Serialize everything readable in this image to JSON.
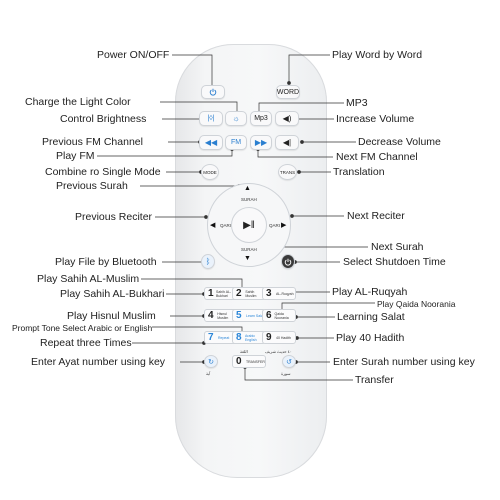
{
  "labels": {
    "power_on_off": "Power ON/OFF",
    "play_word_by_word": "Play Word by Word",
    "charge_light_color": "Charge the Light Color",
    "mp3": "MP3",
    "control_brightness": "Control Brightness",
    "increase_volume": "Increase Volume",
    "previous_fm_channel": "Previous FM Channel",
    "decrease_volume": "Decrease Volume",
    "play_fm": "Play FM",
    "next_fm_channel": "Next FM Channel",
    "combine_single_mode": "Combine ro Single Mode",
    "translation": "Translation",
    "previous_surah": "Previous Surah",
    "previous_reciter": "Previous Reciter",
    "next_reciter": "Next Reciter",
    "next_surah": "Next Surah",
    "play_file_bluetooth": "Play File by Bluetooth",
    "select_shutdown_time": "Select Shutdoen Time",
    "play_sahih_muslim": "Play Sahih AL-Muslim",
    "play_sahih_bukhari": "Play Sahih AL-Bukhari",
    "play_al_ruqyah": "Play AL-Ruqyah",
    "play_qaida_noorania": "Play Qaida Noorania",
    "play_hisnul_muslim": "Play Hisnul Muslim",
    "learning_salat": "Learning Salat",
    "prompt_tone": "Prompt Tone Select Arabic or English",
    "play_40_hadith": "Play 40 Hadith",
    "repeat_three_times": "Repeat three Times",
    "enter_ayat": "Enter Ayat number using key",
    "enter_surah": "Enter Surah number using key",
    "transfer": "Transfer"
  },
  "remote": {
    "word_btn": "WORD",
    "mp3_btn": "Mp3",
    "fm_btn": "FM",
    "mode_btn": "MODE",
    "trans_btn": "TRANS",
    "surah_top": "SURAH",
    "surah_bottom": "SURAH",
    "qari_left": "QARI",
    "qari_right": "QARI",
    "center_symbol": "▶‖",
    "ayah_ar": "آية",
    "surah_ar": "سورة",
    "lang_ar": "اللغة",
    "hadith_ar": "٤٠ حديث شريف",
    "keys": [
      {
        "n": "1",
        "t": "Sahih AL-Bukhari"
      },
      {
        "n": "2",
        "t": "Sahih Muslim"
      },
      {
        "n": "3",
        "t": "AL-Ruqyah"
      },
      {
        "n": "4",
        "t": "Hisnul Muslim"
      },
      {
        "n": "5",
        "t": "Learn Salat"
      },
      {
        "n": "6",
        "t": "Qaida Noorania"
      },
      {
        "n": "7",
        "t": "Repeat"
      },
      {
        "n": "8",
        "t": "Arabic English"
      },
      {
        "n": "9",
        "t": "40 Hadith"
      },
      {
        "n": "0",
        "t": "TRANSFER"
      }
    ]
  },
  "colors": {
    "accent": "#2a7fd0",
    "label": "#222222",
    "leader": "#333333"
  },
  "icons": [
    "power-icon",
    "light-color-icon",
    "brightness-icon",
    "volume-up-icon",
    "volume-down-icon",
    "rewind-icon",
    "fast-forward-icon",
    "bluetooth-icon",
    "shutdown-timer-icon",
    "ayat-key-icon",
    "surah-key-icon",
    "play-pause-icon"
  ]
}
